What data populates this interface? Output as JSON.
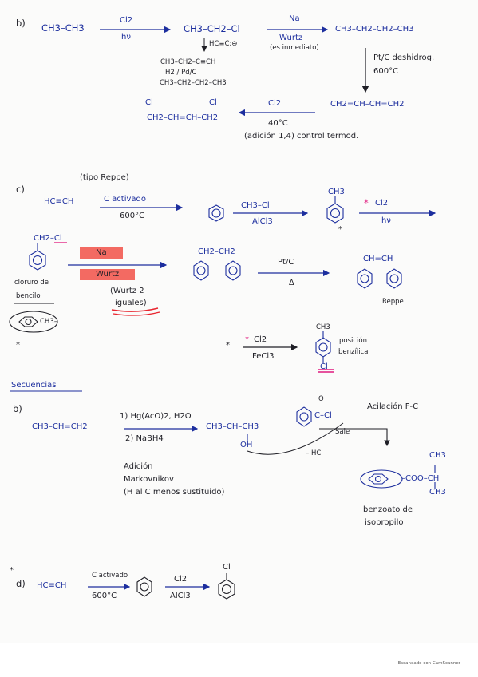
{
  "part_b": {
    "label": "b)",
    "reactant": "CH3–CH3",
    "step1_reagent": "Cl2",
    "step1_condition": "hν",
    "product1": "CH3–CH2–Cl",
    "aside_reagent": "HC≡C:⊖",
    "aside_product1": "CH3–CH2–C≡CH",
    "aside_reagent2": "H2 / Pd/C",
    "aside_product2": "CH3–CH2–CH2–CH3",
    "step2_reagent": "Na",
    "step2_label": "Wurtz",
    "step2_note": "(es inmediato)",
    "product2": "CH3–CH2–CH2–CH3",
    "step3_reagent": "Pt/C deshidrog.",
    "step3_temp": "600°C",
    "product3": "CH2=CH–CH=CH2",
    "step4_reagent": "Cl2",
    "step4_temp": "40°C",
    "subst_cl1": "Cl",
    "subst_cl2": "Cl",
    "product4": "CH2–CH=CH–CH2",
    "note": "(adición 1,4) control termod."
  },
  "part_c": {
    "label": "c)",
    "type_note": "(tipo Reppe)",
    "reactant": "HC≡CH",
    "step1_reagent": "C activado",
    "step1_temp": "600°C",
    "step2_reagent": "CH3–Cl",
    "step2_catalyst": "AlCl3",
    "toluene_sub": "CH3",
    "star_mark": "*",
    "star_pink": "*",
    "step3_reagent": "Cl2",
    "step3_condition": "hν",
    "benzyl_sub": "CH2–Cl",
    "benzyl_name_1": "cloruro de",
    "benzyl_name_2": "bencilo",
    "tolyl_sub": "CH3–",
    "wurtz_reagent": "Na",
    "wurtz_label": "Wurtz",
    "wurtz_note_1": "(Wurtz 2",
    "wurtz_note_2": "iguales)",
    "bibenzyl_sub": "CH2–CH2",
    "pt_reagent": "Pt/C",
    "pt_heat": "Δ",
    "stilbene_sub": "CH=CH",
    "reppe_label": "Reppe",
    "star2": "*",
    "step4_reagent": "Cl2",
    "step4_catalyst": "FeCl3",
    "product_top_sub": "CH3",
    "product_bottom_sub": "Cl",
    "para_note_1": "posición",
    "para_note_2": "benzílica"
  },
  "secuencias": {
    "heading": "Secuencias",
    "label": "b)",
    "reactant": "CH3–CH=CH2",
    "step1": "1) Hg(AcO)2, H2O",
    "step2": "2) NaBH4",
    "product1": "CH3–CH–CH3",
    "oh": "OH",
    "acyl_o": "O",
    "acyl_group": "C–Cl",
    "acyl_note": "Acilación F-C",
    "sale_note": "Sale",
    "hcl_note": "– HCl",
    "markov_1": "Adición",
    "markov_2": "Markovnikov",
    "markov_3": "(H al C menos sustituido)",
    "ester_group": "–COO–CH",
    "ester_ch3_top": "CH3",
    "ester_ch3_bottom": "CH3",
    "ester_name_1": "benzoato de",
    "ester_name_2": "isopropilo"
  },
  "part_d": {
    "star": "*",
    "label": "d)",
    "reactant": "HC≡CH",
    "step1_reagent": "C activado",
    "step1_temp": "600°C",
    "step2_reagent": "Cl2",
    "step2_catalyst": "AlCl3",
    "product_sub": "Cl"
  },
  "footer": {
    "credit": "Escaneado con CamScanner"
  }
}
